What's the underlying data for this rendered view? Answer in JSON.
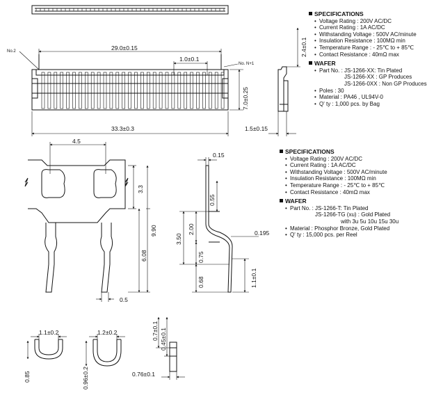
{
  "spec_top": {
    "heading": "SPECIFICATIONS",
    "items": [
      "Voltage Rating : 200V AC/DC",
      "Current Rating : 1A  AC/DC",
      "Withstanding Voltage : 500V AC/minute",
      "Insulation Resistance : 100MΩ min",
      "Temperature Range : - 25℃ to + 85℃",
      "Contact Resistance : 40mΩ max"
    ],
    "wafer_heading": "WAFER",
    "wafer_part_label": "Part No. : JS-1266-XX: Tin Plated",
    "wafer_part_cont": [
      "JS-1266-XX : GP Produces",
      "JS-1266-0XX : Non GP Produces"
    ],
    "wafer_items": [
      "Poles : 30",
      "Material : PA46 , UL94V-0",
      "Q' ty : 1,000 pcs. by Bag"
    ]
  },
  "spec_bottom": {
    "heading": "SPECIFICATIONS",
    "items": [
      "Voltage Rating : 200V AC/DC",
      "Current Rating : 1A  AC/DC",
      "Withstanding Voltage : 500V AC/minute",
      "Insulation Resistance : 100MΩ min",
      "Temperature Range : - 25℃ to + 85℃",
      "Contact Resistance : 40mΩ max"
    ],
    "wafer_heading": "WAFER",
    "wafer_part_label": "Part No. : JS-1266-T: Tin Plated",
    "wafer_part_cont": "JS-1266-TG (xu) : Gold Plated",
    "wafer_part_cont2": "with 3u 5u 10u 15u 30u",
    "wafer_items": [
      "Material : Phosphor Bronze, Gold Plated",
      "Q' ty : 15,000 pcs. per Reel"
    ]
  },
  "labels": {
    "no2": "No.2",
    "non1": "No. N+1"
  },
  "dims": {
    "d_29": "29.0±0.15",
    "d_1_0": "1.0±0.1",
    "d_7_0": "7.0±0.25",
    "d_33_3": "33.3±0.3",
    "d_1_5": "1.5±0.15",
    "d_2_4": "2.4±0.1",
    "d_4_5": "4.5",
    "d_3_3": "3.3",
    "d_9_90": "9.90",
    "d_6_08": "6.08",
    "d_0_5": "0.5",
    "d_0_15": "0.15",
    "d_0_55": "0.55",
    "d_2_00": "2.00",
    "d_3_50": "3.50",
    "d_0_195": "0.195",
    "d_0_75": "0.75",
    "d_0_68": "0.68",
    "d_1_1": "1.1±0.1",
    "d_1_1_0_2": "1.1±0.2",
    "d_1_2_0_2": "1.2±0.2",
    "d_0_85": "0.85",
    "d_0_96": "0.96±0.2",
    "d_0_7": "0.7±0.1",
    "d_0_45": "0.45±0.1",
    "d_0_76": "0.76±0.1"
  }
}
